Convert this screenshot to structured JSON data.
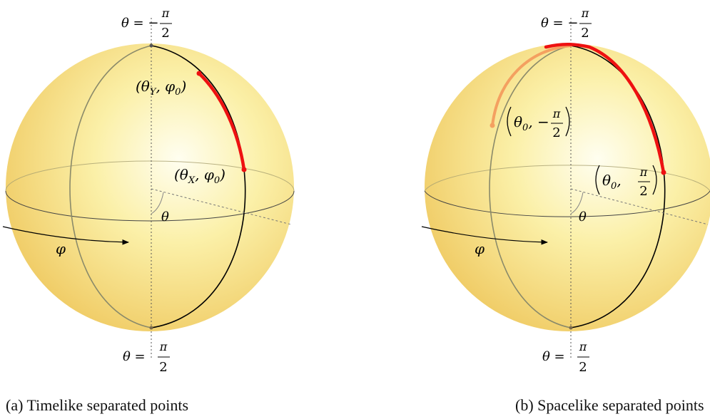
{
  "panels": [
    {
      "top_label": {
        "lhs": "θ = −",
        "num": "π",
        "den": "2"
      },
      "bottom_label": {
        "lhs": "θ = ",
        "num": "π",
        "den": "2"
      },
      "point_upper": {
        "pre": "(θ",
        "sub": "Y",
        "post": ", φ",
        "sub2": "0",
        "end": ")"
      },
      "point_lower": {
        "pre": "(θ",
        "sub": "X",
        "post": ", φ",
        "sub2": "0",
        "end": ")"
      },
      "theta_label": "θ",
      "phi_label": "φ",
      "caption": "(a) Timelike separated points"
    },
    {
      "top_label": {
        "lhs": "θ = −",
        "num": "π",
        "den": "2"
      },
      "bottom_label": {
        "lhs": "θ = ",
        "num": "π",
        "den": "2"
      },
      "point_left": {
        "pre": "θ",
        "sub": "0",
        "sep": ", −",
        "num": "π",
        "den": "2"
      },
      "point_right": {
        "pre": "θ",
        "sub": "0",
        "sep": ", ",
        "num": "π",
        "den": "2"
      },
      "theta_label": "θ",
      "phi_label": "φ",
      "caption": "(b) Spacelike separated points"
    }
  ],
  "colors": {
    "highlight": "#ee1111",
    "highlight_faded": "#f4a060",
    "sphere_light": "#fffde8",
    "sphere_dark": "#f2d060"
  }
}
